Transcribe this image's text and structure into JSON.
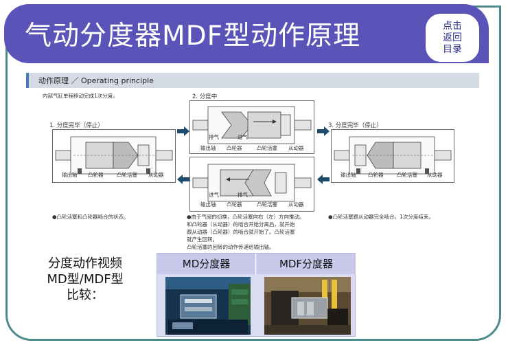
{
  "slide": {
    "title": "气动分度器MDF型动作原理",
    "back_button": [
      "点击",
      "返回",
      "目录"
    ]
  },
  "diagram": {
    "header": "动作原理 ／ Operating principle",
    "intro": "内部气缸单程移动完成1次分度。",
    "stage1": "1. 分度完毕（停止）",
    "stage2": "2. 分度中",
    "stage3": "3. 分度完毕（停止）",
    "parts": {
      "output_shaft": "输出轴",
      "cam": "凸轮器",
      "cam_piston": "凸轮活塞",
      "follower": "从动器",
      "intake": "进气",
      "exhaust": "排气"
    },
    "note1": "●凸轮活塞和凸轮器啮合的状态。",
    "note2": [
      "●由于气阀的切换，凸轮活塞向右（左）方向推动。",
      "和凸轮器（从动器）的啮合开始分离后，就开始",
      "跟从动器（凸轮器）的啮合就开始了。凸轮活塞",
      "就产生回转。",
      "凸轮活塞的回转的动作传递给输出轴。"
    ],
    "note3": "●凸轮活塞跟从动器完全啮合。1次分度结束。"
  },
  "comparison": {
    "title_lines": [
      "分度动作视频",
      "MD型/MDF型",
      "比较："
    ],
    "col_md": "MD分度器",
    "col_mdf": "MDF分度器"
  }
}
